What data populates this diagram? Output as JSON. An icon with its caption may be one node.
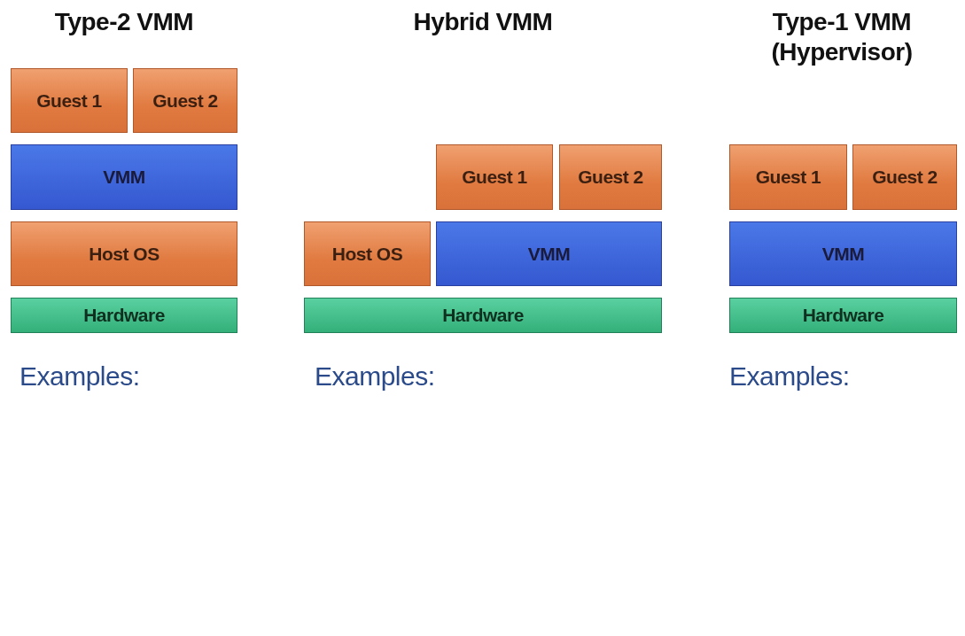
{
  "diagram": {
    "nodes": [
      {
        "text": [
          "Guest 1"
        ]
      },
      {
        "text": [
          "Guest 2"
        ]
      },
      {
        "text": [
          "VMM"
        ]
      },
      {
        "text": [
          "Host OS"
        ]
      },
      {
        "text": [
          "Hardware"
        ]
      },
      {
        "text": [
          "Guest 1"
        ]
      },
      {
        "text": [
          "Guest 2"
        ]
      },
      {
        "text": [
          "Host OS"
        ]
      },
      {
        "text": [
          "VMM"
        ]
      },
      {
        "text": [
          "Hardware"
        ]
      },
      {
        "text": [
          "Guest 1"
        ]
      },
      {
        "text": [
          "Guest 2"
        ]
      },
      {
        "text": [
          "VMM"
        ]
      },
      {
        "text": [
          "Hardware"
        ]
      }
    ],
    "labels": [
      "Type-2 VMM",
      "Hybrid VMM",
      "Type-1 VMM (Hypervisor)",
      "Examples:",
      "Examples:",
      "Examples:"
    ]
  }
}
